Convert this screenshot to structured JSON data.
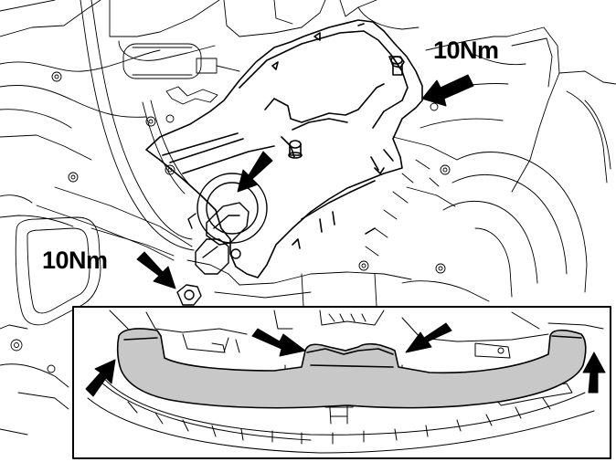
{
  "callouts": [
    {
      "id": "torque-top",
      "text": "10Nm"
    },
    {
      "id": "torque-left",
      "text": "10Nm"
    }
  ],
  "colors": {
    "line": "#000000",
    "background": "#ffffff",
    "part_fill": "#c8c8c8"
  },
  "icons": [
    "pointer-arrow-icon",
    "nut-icon",
    "connector-icon"
  ]
}
